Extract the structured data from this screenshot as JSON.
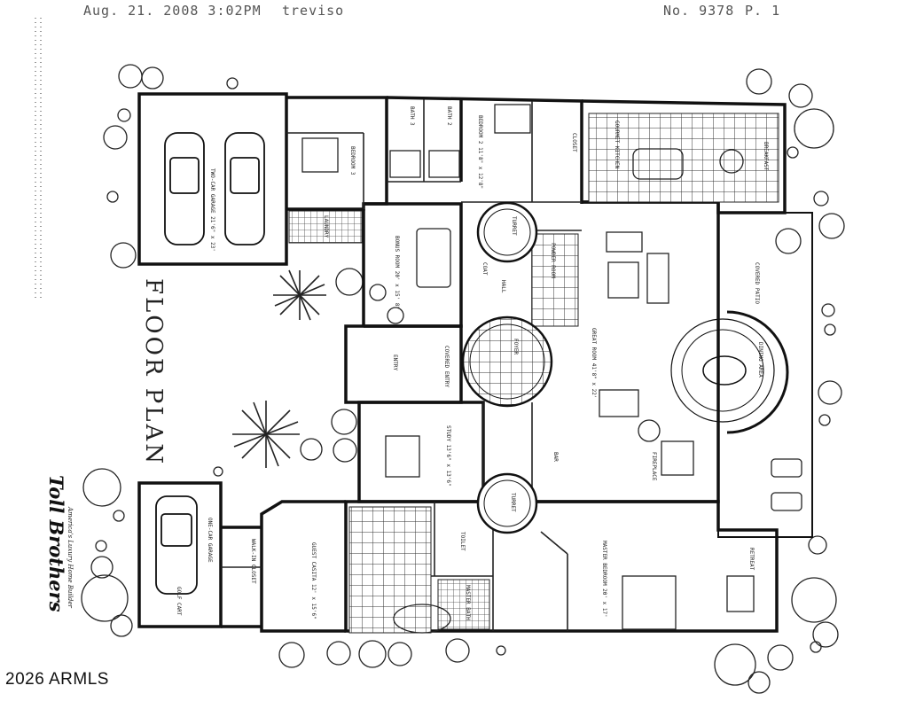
{
  "header": {
    "date_time": "Aug. 21. 2008  3:02PM",
    "location": "treviso",
    "fax_number": "No. 9378",
    "page": "P. 1"
  },
  "title": "FLOOR PLAN",
  "brand": {
    "name": "Toll Brothers",
    "tagline": "America's Luxury Home Builder"
  },
  "copyright": "2026 ARMLS",
  "rooms": {
    "three_car_garage": "TWO-CAR GARAGE 21'6\" x 23'",
    "bedroom_3": "BEDROOM 3",
    "bath_3": "BATH 3",
    "bath_2": "BATH 2",
    "bedroom_2": "BEDROOM 2 11'8\" x 12'8\"",
    "closet": "CLOSET",
    "laundry": "LAUNDRY",
    "bonus_room": "BONUS ROOM 20' x 15' 8\"",
    "turret_1": "TURRET",
    "kitchen": "GOURMET KITCHEN",
    "breakfast": "BREAKFAST",
    "covered_patio_right": "COVERED PATIO",
    "powder": "POWDER ROOM",
    "hall": "HALL",
    "coat": "COAT",
    "entry": "ENTRY",
    "covered_entry": "COVERED ENTRY",
    "foyer": "FOYER",
    "great_room": "GREAT ROOM 41'8\" x 22'",
    "dining": "DINING AREA",
    "study": "STUDY 13'6\" x 13'6\"",
    "bar": "BAR",
    "turret_2": "TURRET",
    "fireplace": "FIREPLACE",
    "one_car_garage": "ONE-CAR GARAGE",
    "guest_casita": "GUEST CASITA 12' x 15'6\"",
    "walk_in_closet": "WALK-IN CLOSET",
    "toilet": "TOILET",
    "master_bath": "MASTER BATH",
    "master_bedroom": "MASTER BEDROOM 20' x 17'",
    "retreat": "RETREAT",
    "golf_cart": "GOLF CART"
  }
}
